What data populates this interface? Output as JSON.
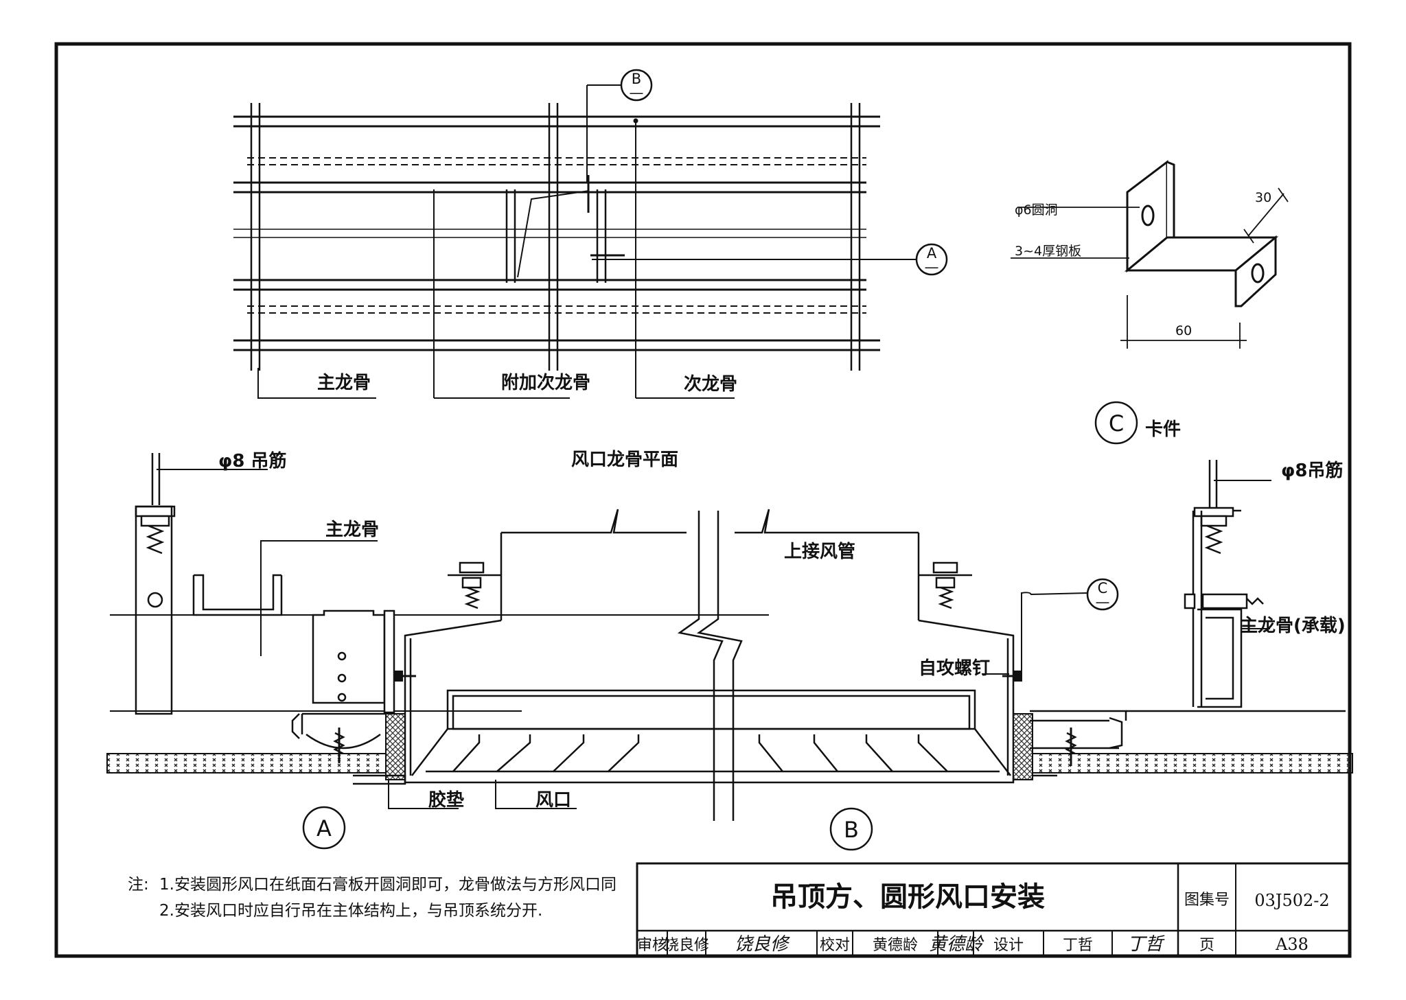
{
  "plan": {
    "title": "风口龙骨平面",
    "label_main_keel": "主龙骨",
    "label_extra_keel": "附加次龙骨",
    "label_secondary_keel": "次龙骨",
    "bubble_b": {
      "top": "B",
      "bottom": "—"
    },
    "bubble_a": {
      "top": "A",
      "bottom": "—"
    }
  },
  "clip_detail": {
    "hole_label": "φ6圆洞",
    "plate_label": "3~4厚钢板",
    "dim_30": "30",
    "dim_60": "60",
    "circle": "C",
    "caption": "卡件"
  },
  "section": {
    "rod_left": "φ8 吊筋",
    "rod_right": "φ8吊筋",
    "main_keel": "主龙骨",
    "upper_duct": "上接风管",
    "main_keel_loaded": "主龙骨(承载)",
    "self_tapping_screw": "自攻螺钉",
    "gasket": "胶垫",
    "vent": "风口",
    "bubble_c": {
      "top": "C",
      "bottom": "—"
    },
    "marker_a": "A",
    "marker_b": "B"
  },
  "notes": {
    "prefix": "注:",
    "line1": "1.安装圆形风口在纸面石膏板开圆洞即可，龙骨做法与方形风口同",
    "line2": "2.安装风口时应自行吊在主体结构上，与吊顶系统分开."
  },
  "title_block": {
    "title": "吊顶方、圆形风口安装",
    "atlas_label": "图集号",
    "atlas_value": "03J502-2",
    "page_label": "页",
    "page_value": "A38",
    "review_label": "审核",
    "reviewer": "饶良修",
    "reviewer_sig": "饶良修",
    "check_label": "校对",
    "checker": "黄德龄",
    "checker_sig": "黄德龄",
    "design_label": "设计",
    "designer": "丁哲",
    "designer_sig": "丁哲"
  }
}
